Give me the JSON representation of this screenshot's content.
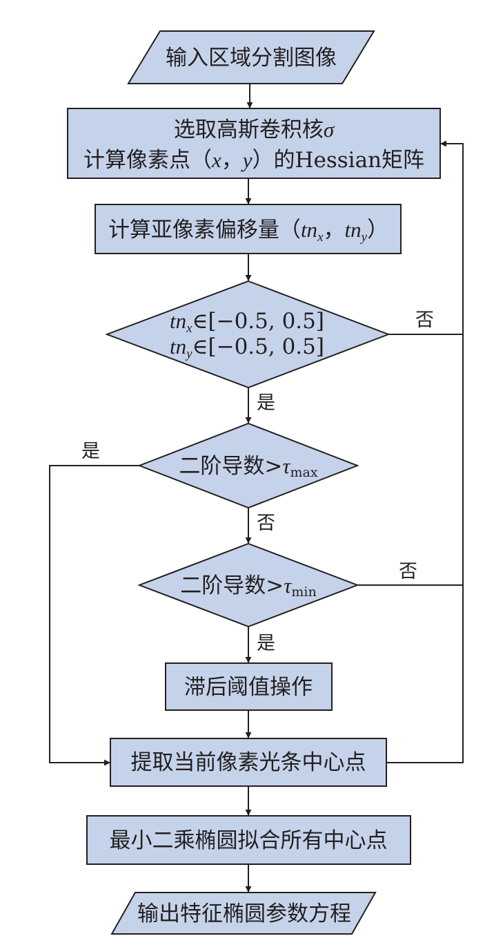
{
  "nodes": {
    "input": {
      "text": "输入区域分割图像"
    },
    "hessian": {
      "line1_text": "选取高斯卷积核",
      "line1_symbol": "σ",
      "line2_text": "计算像素点（",
      "line2_x": "x",
      "line2_sep": "，",
      "line2_y": "y",
      "line2_close": "）的Hessian矩阵"
    },
    "offset": {
      "text": "计算亚像素偏移量（",
      "tn1": "tn",
      "sub1": "x",
      "sep": "，",
      "tn2": "tn",
      "sub2": "y",
      "close": "）"
    },
    "check_range": {
      "tn1": "tn",
      "sub1": "x",
      "rest1": "∈[−0.5, 0.5]",
      "tn2": "tn",
      "sub2": "y",
      "rest2": "∈[−0.5, 0.5]"
    },
    "check_max": {
      "text": "二阶导数>",
      "tau": "τ",
      "sub": "max"
    },
    "check_min": {
      "text": "二阶导数>",
      "tau": "τ",
      "sub": "min"
    },
    "hysteresis": {
      "text": "滞后阈值操作"
    },
    "extract": {
      "text": "提取当前像素光条中心点"
    },
    "fit": {
      "text": "最小二乘椭圆拟合所有中心点"
    },
    "output": {
      "text": "输出特征椭圆参数方程"
    }
  },
  "edge_labels": {
    "range_no": "否",
    "range_yes": "是",
    "max_yes": "是",
    "max_no": "否",
    "min_no": "否",
    "min_yes": "是"
  }
}
